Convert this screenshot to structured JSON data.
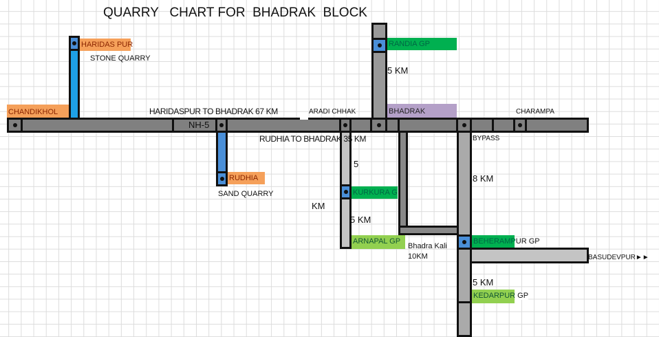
{
  "title": "QUARRY   CHART FOR  BHADRAK  BLOCK",
  "labels": {
    "haridaspur": "HARIDAS PUR",
    "stone_quarry": "STONE QUARRY",
    "chandikhol": "CHANDIKHOL",
    "haridaspur_road": "HARIDASPUR TO BHADRAK 67 KM",
    "nh5": "NH-5",
    "aradi": "ARADI CHHAK",
    "rudhia_road": "RUDHIA TO BHADRAK 35 KM",
    "rudhia": "RUDHIA",
    "sand_quarry": "SAND QUARRY",
    "randia": "RANDIA GP",
    "randia_dist": "5 KM",
    "bhadrak": "BHADRAK",
    "charampa": "CHARAMPA",
    "bypass": "BYPASS",
    "kurkura_dist_a": "5",
    "kurkura_dist_b": "KM",
    "kurkura": "KURKURA GP",
    "arnapal_dist": "5 KM",
    "arnapal": "ARNAPAL GP",
    "bhadrakali_a": "Bhadra Kali",
    "bhadrakali_b": "10KM",
    "bypass_dist": "8 KM",
    "beherampur_a": "BEHERAMP",
    "beherampur_b": "UR GP",
    "basudevpur": "BASUDEVPUR►►",
    "kedarpur_dist": "5 KM",
    "kedarpur_a": "KEDARPUR",
    "kedarpur_b": " GP"
  },
  "colors": {
    "orange": "#f5a05a",
    "green": "#00b050",
    "light_green": "#92d050",
    "purple": "#b4a0c8",
    "blue": "#4a8fd8",
    "sky": "#1ea0e6"
  }
}
